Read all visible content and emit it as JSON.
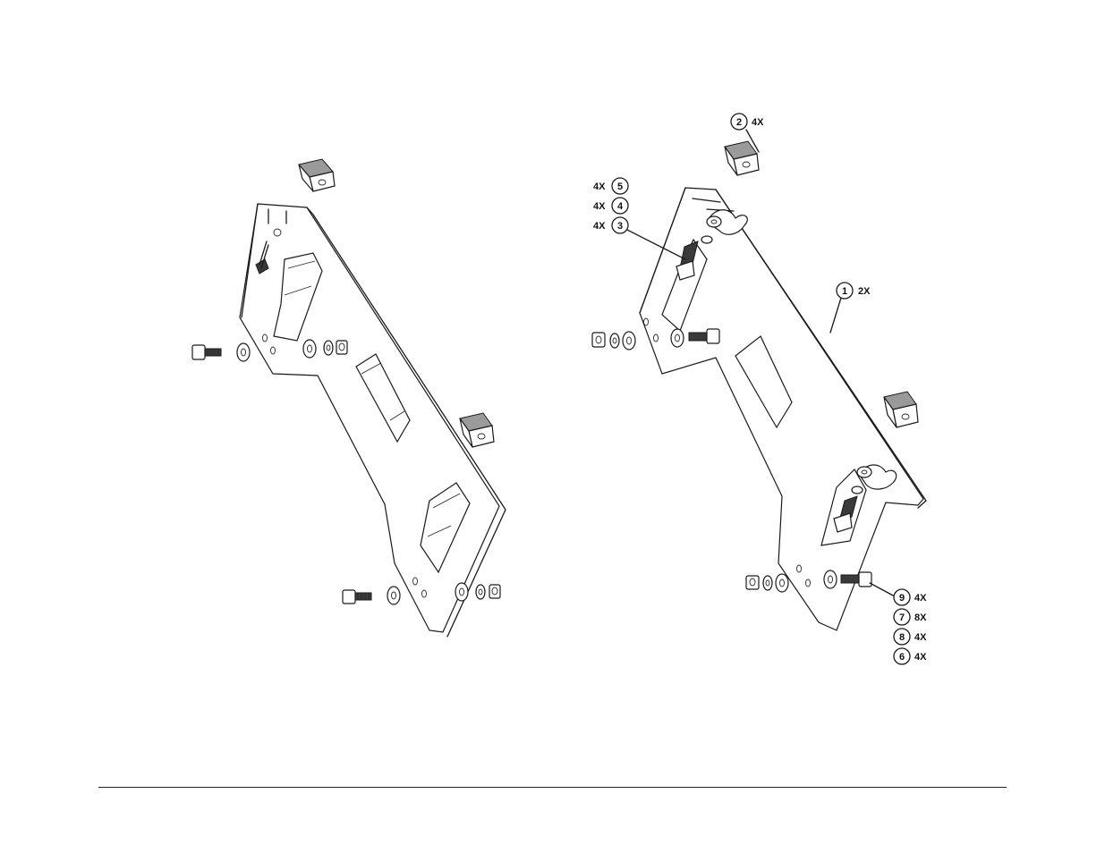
{
  "callouts": {
    "c1": {
      "num": "1",
      "qty": "2X"
    },
    "c2": {
      "num": "2",
      "qty": "4X"
    },
    "c3": {
      "num": "3",
      "qty": "4X"
    },
    "c4": {
      "num": "4",
      "qty": "4X"
    },
    "c5": {
      "num": "5",
      "qty": "4X"
    },
    "c6": {
      "num": "6",
      "qty": "4X"
    },
    "c7": {
      "num": "7",
      "qty": "8X"
    },
    "c8": {
      "num": "8",
      "qty": "4X"
    },
    "c9": {
      "num": "9",
      "qty": "4X"
    }
  }
}
